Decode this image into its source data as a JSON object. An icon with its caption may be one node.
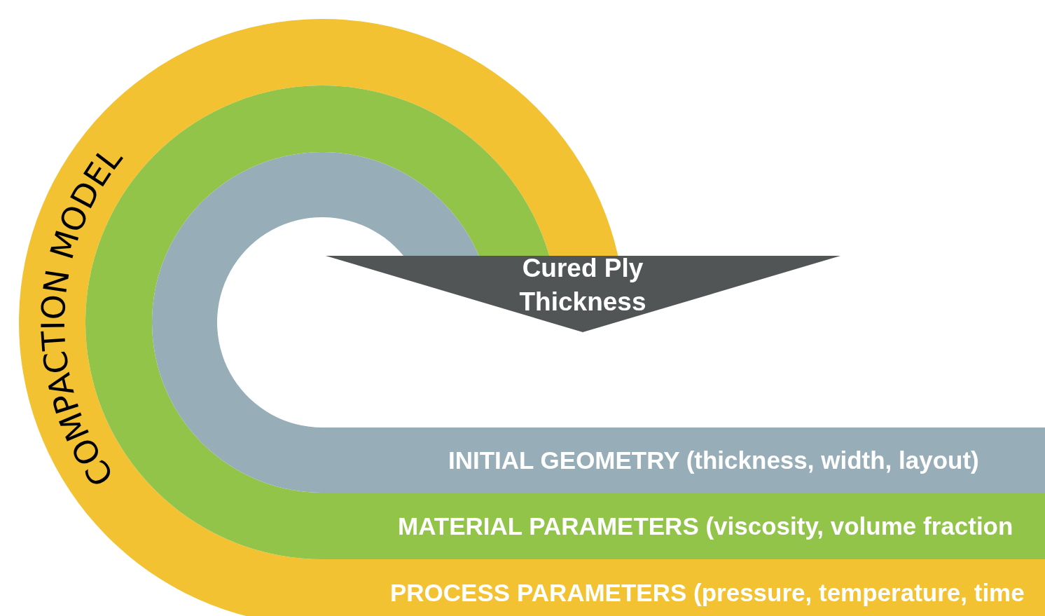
{
  "diagram": {
    "nodes": [
      {
        "text": [
          "COMPACTION MODEL",
          "PROCESS PARAMETERS (pressure, temperature, time"
        ]
      },
      {
        "text": [
          "MATERIAL PARAMETERS (viscosity, volume fraction"
        ]
      },
      {
        "text": [
          "INITIAL GEOMETRY (thickness, width, layout)"
        ]
      },
      {
        "text": [
          "Cured Ply Thickness"
        ]
      }
    ]
  }
}
